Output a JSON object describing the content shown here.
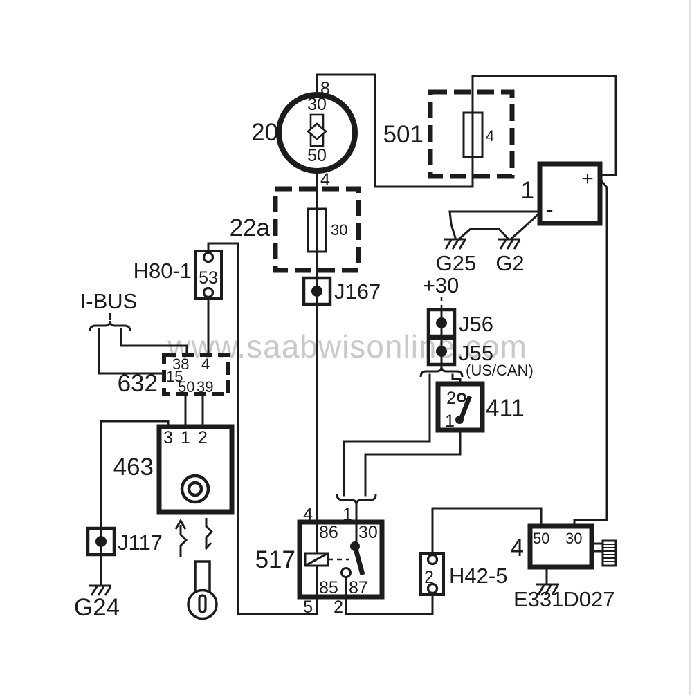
{
  "watermark_text": "www.saabwisonline.com",
  "diagram_ref": "E331D027",
  "colors": {
    "line": "#1c1c1c",
    "background": "#ffffff",
    "watermark": "#989898"
  },
  "ignition_switch_20": {
    "label": "20",
    "pin_top": "8",
    "terminal_top": "30",
    "terminal_bottom": "50",
    "pin_bottom": "4"
  },
  "fuse_box_501": {
    "label": "501",
    "fuse_pin": "4"
  },
  "battery_1": {
    "label": "1",
    "plus": "+",
    "minus": "-"
  },
  "ground_g25": {
    "label": "G25"
  },
  "ground_g2": {
    "label": "G2"
  },
  "fuse_box_22a": {
    "label": "22a",
    "terminal": "30"
  },
  "joint_j167": {
    "label": "J167"
  },
  "supply_plus30": {
    "label": "+30"
  },
  "joint_j56": {
    "label": "J56"
  },
  "joint_j55": {
    "label": "J55"
  },
  "variant_note": {
    "label": "(US/CAN)"
  },
  "switch_411": {
    "label": "411",
    "pin_top": "2",
    "pin_bottom": "1"
  },
  "connector_h80_1": {
    "label": "H80-1",
    "pin": "53"
  },
  "bus_ibus": {
    "label": "I-BUS"
  },
  "connector_632": {
    "label": "632",
    "pin_38": "38",
    "pin_4": "4",
    "pin_15": "15",
    "pin_50": "50",
    "pin_39": "39"
  },
  "control_unit_463": {
    "label": "463",
    "pin_3": "3",
    "pin_1": "1",
    "pin_2": "2"
  },
  "joint_j117": {
    "label": "J117"
  },
  "ground_g24": {
    "label": "G24"
  },
  "relay_517": {
    "label": "517",
    "pin_4": "4",
    "pin_1": "1",
    "t86": "86",
    "t30": "30",
    "t85": "85",
    "t87": "87",
    "pin_5": "5",
    "pin_2": "2"
  },
  "connector_h42_5": {
    "label": "H42-5",
    "pin": "2"
  },
  "starter_4": {
    "label": "4",
    "t50": "50",
    "t30": "30"
  }
}
